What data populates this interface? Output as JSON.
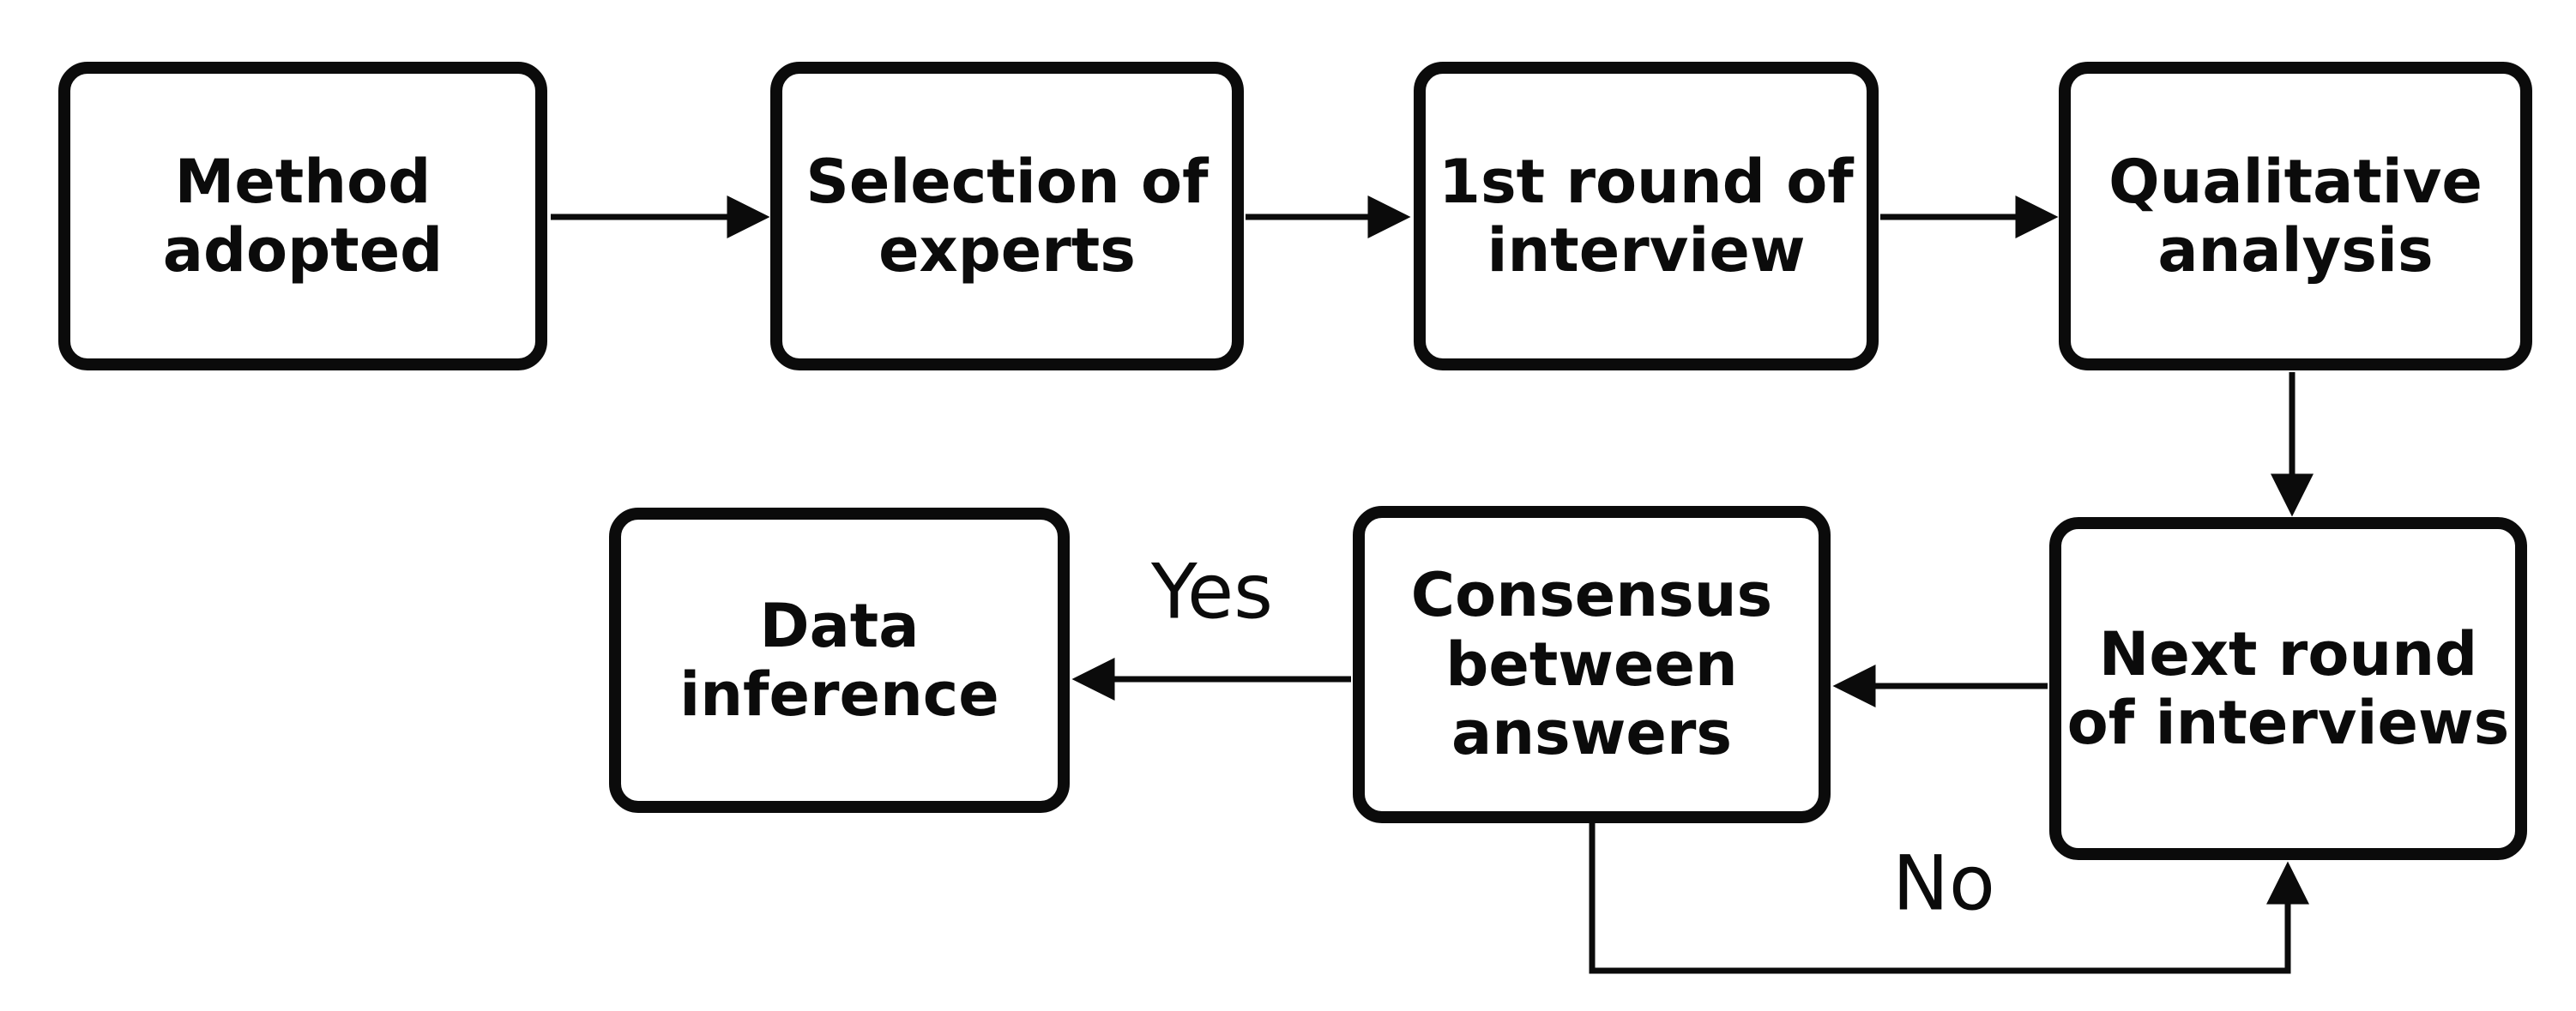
{
  "colors": {
    "background": "#ffffff",
    "stroke": "#0b0b0b",
    "text": "#0b0b0b"
  },
  "nodes": [
    {
      "id": "method-adopted",
      "label": "Method\nadopted"
    },
    {
      "id": "selection-of-experts",
      "label": "Selection of\nexperts"
    },
    {
      "id": "first-round-of-interview",
      "label": "1st round of\ninterview"
    },
    {
      "id": "qualitative-analysis",
      "label": "Qualitative\nanalysis"
    },
    {
      "id": "data-inference",
      "label": "Data\ninference"
    },
    {
      "id": "consensus-between-answers",
      "label": "Consensus\nbetween\nanswers"
    },
    {
      "id": "next-round-of-interviews",
      "label": "Next round\nof interviews"
    }
  ],
  "edge_labels": {
    "yes": "Yes",
    "no": "No"
  },
  "edges": [
    {
      "from": "method-adopted",
      "to": "selection-of-experts",
      "label": ""
    },
    {
      "from": "selection-of-experts",
      "to": "first-round-of-interview",
      "label": ""
    },
    {
      "from": "first-round-of-interview",
      "to": "qualitative-analysis",
      "label": ""
    },
    {
      "from": "qualitative-analysis",
      "to": "next-round-of-interviews",
      "label": ""
    },
    {
      "from": "next-round-of-interviews",
      "to": "consensus-between-answers",
      "label": ""
    },
    {
      "from": "consensus-between-answers",
      "to": "data-inference",
      "label": "Yes"
    },
    {
      "from": "consensus-between-answers",
      "to": "next-round-of-interviews",
      "label": "No"
    }
  ]
}
